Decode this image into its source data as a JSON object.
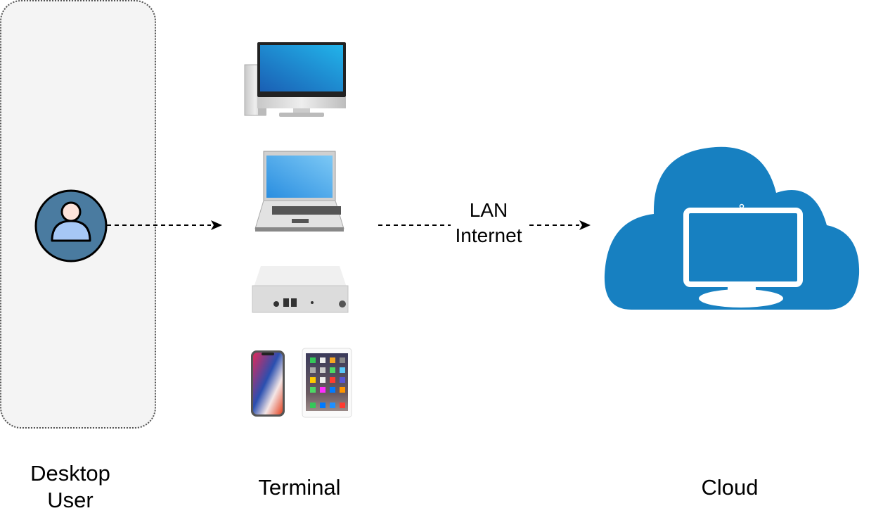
{
  "diagram": {
    "nodes": {
      "user": {
        "label": "Desktop\nUser",
        "icon": "user-icon",
        "fill": "#4a7ba0",
        "body_color": "#a6c8f5",
        "head_color": "#fde4dc"
      },
      "terminal": {
        "label": "Terminal",
        "devices": [
          {
            "name": "desktop-computer",
            "icon": "desktop-computer-icon"
          },
          {
            "name": "laptop",
            "icon": "laptop-icon"
          },
          {
            "name": "thin-client-box",
            "icon": "thin-client-icon"
          },
          {
            "name": "smartphone",
            "icon": "smartphone-icon"
          },
          {
            "name": "tablet",
            "icon": "tablet-icon"
          }
        ]
      },
      "cloud": {
        "label": "Cloud",
        "icon": "cloud-desktop-icon",
        "fill": "#1780c1"
      }
    },
    "edges": [
      {
        "from": "user",
        "to": "terminal",
        "label": "",
        "style": "dashed"
      },
      {
        "from": "terminal",
        "to": "cloud",
        "label": "LAN\nInternet",
        "style": "dashed"
      }
    ]
  }
}
